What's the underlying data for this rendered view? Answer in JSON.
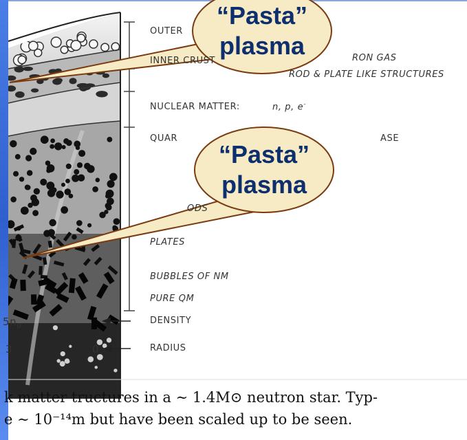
{
  "diagram": {
    "layer_labels": {
      "outer": "OUTER",
      "inner_crust": "INNER CRUST",
      "neutron_gas": "RON GAS",
      "rod_plate": "ROD & PLATE LIKE STRUCTURES",
      "nuclear_matter": "NUCLEAR MATTER:",
      "nuclear_particles": "n,  p,  e",
      "nuclear_sup": "-",
      "quark_prefix": "QUAR",
      "quark_suffix": "ASE",
      "rods_fragment": "ODS",
      "plates": "PLATES",
      "bubbles": "BUBBLES OF NM",
      "pure_qm": "PURE  QM"
    },
    "axis": {
      "density_value": "5n",
      "density_sub": "0",
      "density_label": "DENSITY",
      "radius_left": "3",
      "radius_zero": "0",
      "radius_label": "RADIUS"
    }
  },
  "callouts": [
    {
      "line1": "“Pasta”",
      "line2": "plasma"
    },
    {
      "line1": "“Pasta”",
      "line2": "plasma"
    }
  ],
  "caption": {
    "line1": "k matter tructures in a ∼ 1.4M⊙ neutron star. Typ-",
    "line2": "e ∼ 10⁻¹⁴m but have been scaled up to be seen."
  },
  "colors": {
    "callout_fill": "#f6ebc5",
    "callout_stroke": "#7a3b10",
    "callout_text": "#0d2f6e",
    "strip_blue": "#3c6bd8"
  }
}
